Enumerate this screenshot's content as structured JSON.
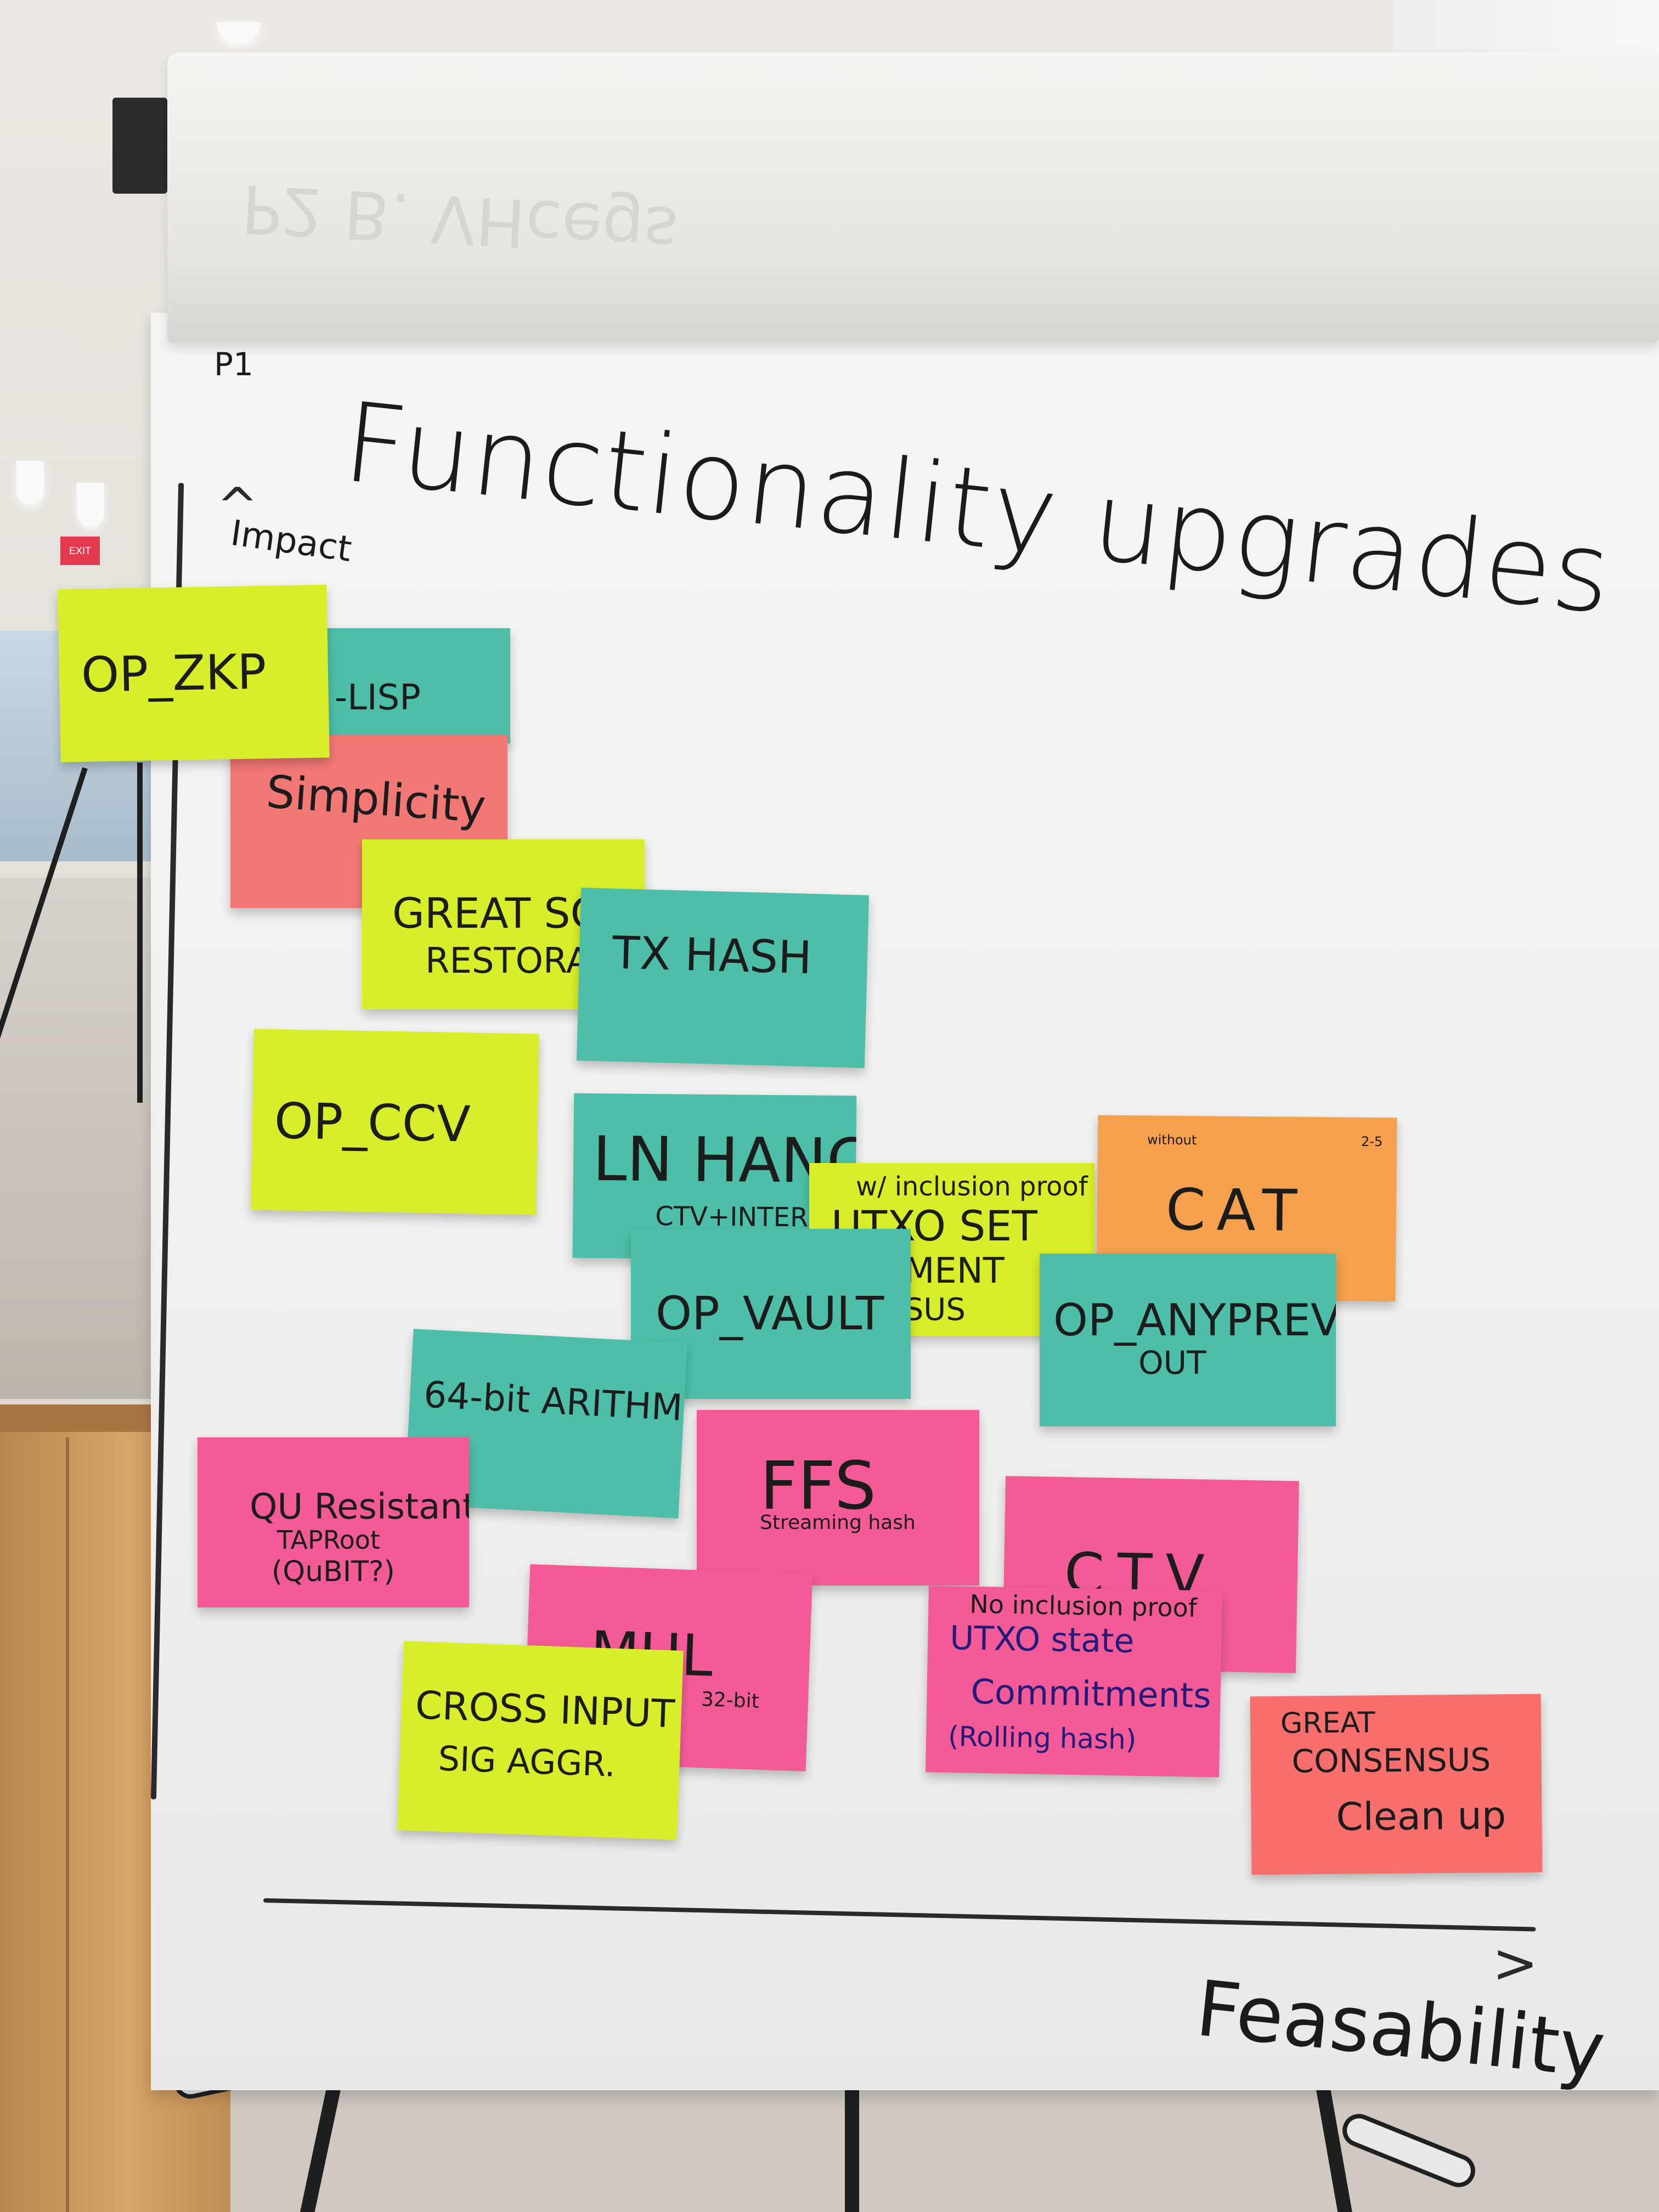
{
  "chart": {
    "page_number": "P1",
    "title": "Functionality upgrades",
    "y_axis_label": "Impact",
    "x_axis_label": "Feasability",
    "ghost_text": "P2 B. VHcegs"
  },
  "notes": [
    {
      "color": "yellow",
      "lines": [
        "OP_ZKP"
      ]
    },
    {
      "color": "teal",
      "lines": [
        "-LISP"
      ]
    },
    {
      "color": "salmon",
      "lines": [
        "Simplicity"
      ]
    },
    {
      "color": "yellow",
      "lines": [
        "GREAT SC",
        "RESTORA"
      ]
    },
    {
      "color": "teal",
      "lines": [
        "TX HASH"
      ]
    },
    {
      "color": "yellow",
      "lines": [
        "OP_CCV"
      ]
    },
    {
      "color": "teal",
      "lines": [
        "LN HANCE",
        "CTV+INTER"
      ]
    },
    {
      "color": "yellow",
      "lines": [
        "w/ inclusion proof",
        "UTXO SET",
        "MITMENT",
        "SENSUS"
      ]
    },
    {
      "color": "orange",
      "lines": [
        "CAT",
        "without",
        "2-5"
      ]
    },
    {
      "color": "teal",
      "lines": [
        "OP_VAULT"
      ]
    },
    {
      "color": "teal",
      "lines": [
        "OP_ANYPREV",
        "OUT"
      ]
    },
    {
      "color": "teal",
      "lines": [
        "64-bit ARITHMETIC"
      ]
    },
    {
      "color": "pink",
      "lines": [
        "QU Resistant",
        "TAPRoot",
        "(QuBIT?)"
      ]
    },
    {
      "color": "pink",
      "lines": [
        "FFS",
        "Streaming hash"
      ]
    },
    {
      "color": "pink",
      "lines": [
        "CTV"
      ]
    },
    {
      "color": "pink",
      "lines": [
        "MUL",
        "32-bit"
      ]
    },
    {
      "color": "pink",
      "lines": [
        "No inclusion proof",
        "UTXO state",
        "Commitments",
        "(Rolling hash)"
      ]
    },
    {
      "color": "yellow",
      "lines": [
        "CROSS INPUT",
        "SIG AGGR."
      ]
    },
    {
      "color": "red",
      "lines": [
        "GREAT",
        "CONSENSUS",
        "Clean up"
      ]
    }
  ],
  "environment": {
    "exit_sign": "EXIT"
  }
}
